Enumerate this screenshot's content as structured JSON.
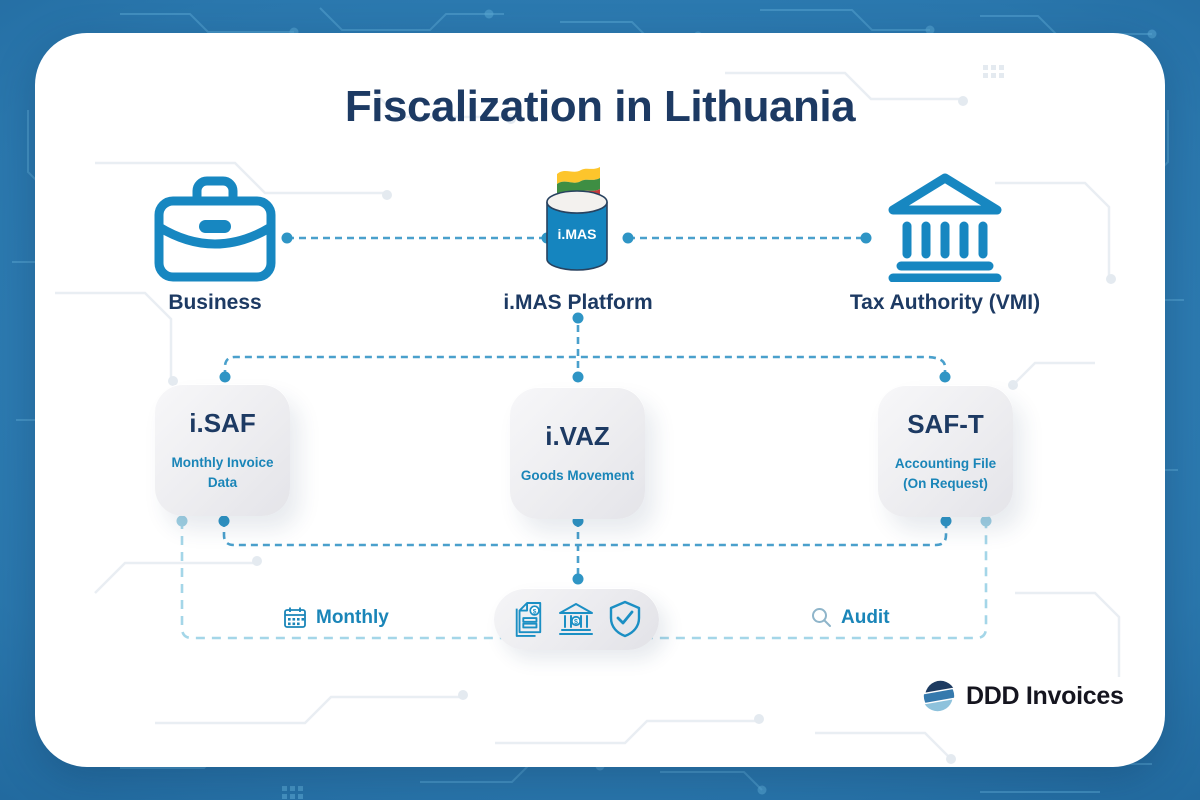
{
  "title": "Fiscalization in Lithuania",
  "entities": {
    "business": {
      "label": "Business",
      "icon": "briefcase-icon"
    },
    "imas": {
      "label": "i.MAS Platform",
      "cylinder_text": "i.MAS",
      "icon": "database-cylinder-icon",
      "flag": "lithuania-flag"
    },
    "tax_authority": {
      "label": "Tax Authority (VMI)",
      "icon": "bank-icon"
    }
  },
  "modules": [
    {
      "name": "i.SAF",
      "description": "Monthly Invoice Data"
    },
    {
      "name": "i.VAZ",
      "description": "Goods Movement"
    },
    {
      "name": "SAF-T",
      "description": "Accounting File (On Request)"
    }
  ],
  "flow_icons": [
    "invoice-icon",
    "bank-building-icon",
    "shield-check-icon"
  ],
  "footer": {
    "monthly_label": "Monthly",
    "audit_label": "Audit"
  },
  "logo": {
    "text": "DDD Invoices"
  },
  "colors": {
    "background_blue": "#2a77ad",
    "icon_blue": "#1787c1",
    "text_navy": "#1d3a63",
    "text_blue": "#1a85b8",
    "connector": "#4aa0cc",
    "connector_light": "#a4d6e8",
    "flag_yellow": "#fdc52c",
    "flag_green": "#3e8e43",
    "flag_red": "#c53a3a"
  }
}
